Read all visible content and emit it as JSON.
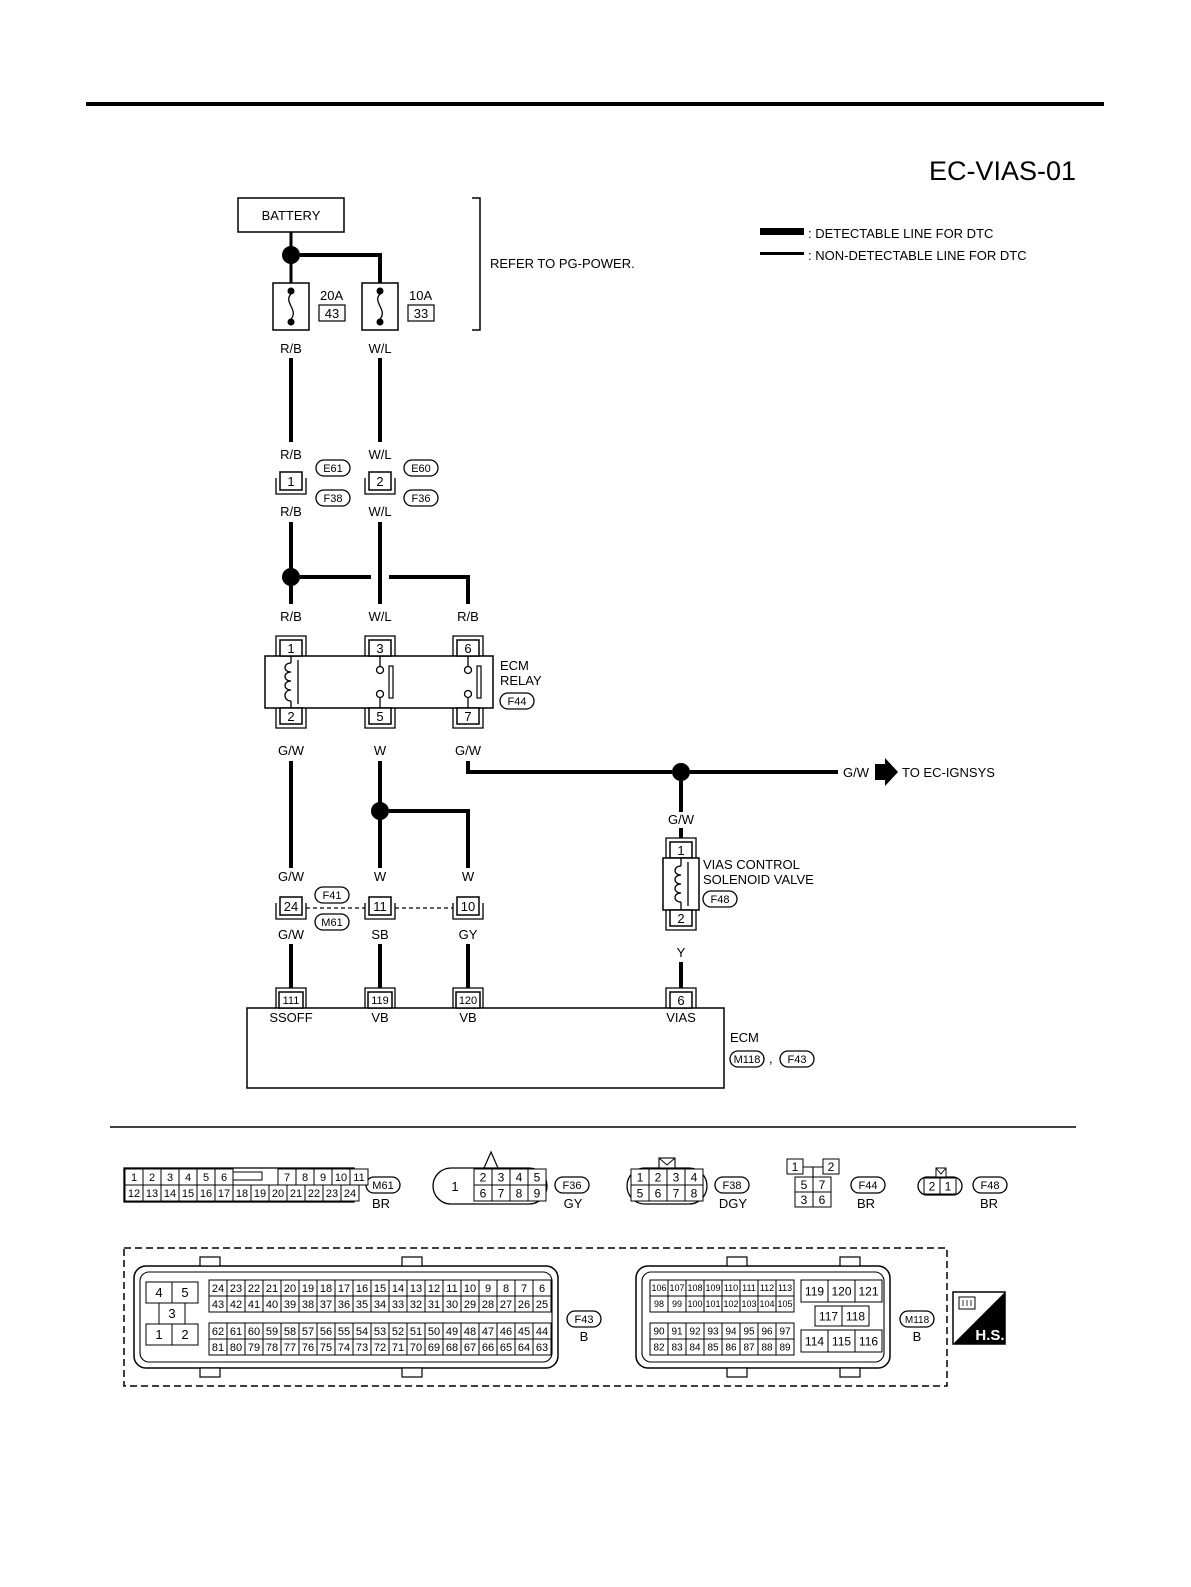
{
  "diagram_id": "EC-VIAS-01",
  "legend": {
    "detectable": ": DETECTABLE LINE FOR DTC",
    "non_detectable": ": NON-DETECTABLE LINE FOR DTC"
  },
  "battery": "BATTERY",
  "refer": "REFER TO PG-POWER.",
  "fuses": {
    "f1": {
      "rating": "20A",
      "num": "43"
    },
    "f2": {
      "rating": "10A",
      "num": "33"
    }
  },
  "wires": {
    "rb": "R/B",
    "wl": "W/L",
    "gw": "G/W",
    "w": "W",
    "sb": "SB",
    "gy": "GY",
    "y": "Y"
  },
  "connectors": {
    "e61": "E61",
    "e60": "E60",
    "f38": "F38",
    "f36": "F36",
    "f44": "F44",
    "f41": "F41",
    "m61": "M61",
    "f48": "F48",
    "m118": "M118",
    "f43": "F43"
  },
  "pins": {
    "p1": "1",
    "p2": "2",
    "p3": "3",
    "p5": "5",
    "p6": "6",
    "p7": "7",
    "p24": "24",
    "p11": "11",
    "p10": "10",
    "p111": "111",
    "p119": "119",
    "p120": "120"
  },
  "relay": {
    "l1": "ECM",
    "l2": "RELAY"
  },
  "to_ignsys": "TO EC-IGNSYS",
  "vias": {
    "l1": "VIAS CONTROL",
    "l2": "SOLENOID VALVE"
  },
  "ecm": {
    "label": "ECM",
    "comma": ",",
    "t_ssoff": "SSOFF",
    "t_vb1": "VB",
    "t_vb2": "VB",
    "t_vias": "VIAS"
  },
  "colors": {
    "br": "BR",
    "gy": "GY",
    "dgy": "DGY",
    "b": "B"
  },
  "m61_pins": {
    "top": [
      "1",
      "2",
      "3",
      "4",
      "5",
      "6",
      "7",
      "8",
      "9",
      "10",
      "11"
    ],
    "bottom": [
      "12",
      "13",
      "14",
      "15",
      "16",
      "17",
      "18",
      "19",
      "20",
      "21",
      "22",
      "23",
      "24"
    ]
  },
  "f36_pins": {
    "big": "1",
    "top": [
      "2",
      "3",
      "4",
      "5"
    ],
    "bottom": [
      "6",
      "7",
      "8",
      "9"
    ]
  },
  "f38_pins": {
    "top": [
      "1",
      "2",
      "3",
      "4"
    ],
    "bottom": [
      "5",
      "6",
      "7",
      "8"
    ]
  },
  "f44_pins": {
    "top": [
      "1",
      "2"
    ],
    "mid": [
      "5",
      "7"
    ],
    "bottom": [
      "3",
      "6"
    ]
  },
  "f48_pins": [
    "2",
    "1"
  ],
  "f43_pins": {
    "left": [
      "4",
      "5",
      "3",
      "1",
      "2"
    ],
    "r1": [
      "24",
      "23",
      "22",
      "21",
      "20",
      "19",
      "18",
      "17",
      "16",
      "15",
      "14",
      "13",
      "12",
      "11",
      "10",
      "9",
      "8",
      "7",
      "6"
    ],
    "r2": [
      "43",
      "42",
      "41",
      "40",
      "39",
      "38",
      "37",
      "36",
      "35",
      "34",
      "33",
      "32",
      "31",
      "30",
      "29",
      "28",
      "27",
      "26",
      "25"
    ],
    "r3": [
      "62",
      "61",
      "60",
      "59",
      "58",
      "57",
      "56",
      "55",
      "54",
      "53",
      "52",
      "51",
      "50",
      "49",
      "48",
      "47",
      "46",
      "45",
      "44"
    ],
    "r4": [
      "81",
      "80",
      "79",
      "78",
      "77",
      "76",
      "75",
      "74",
      "73",
      "72",
      "71",
      "70",
      "69",
      "68",
      "67",
      "66",
      "65",
      "64",
      "63"
    ]
  },
  "m118_pins": {
    "r1": [
      "106",
      "107",
      "108",
      "109",
      "110",
      "111",
      "112",
      "113"
    ],
    "r2": [
      "98",
      "99",
      "100",
      "101",
      "102",
      "103",
      "104",
      "105"
    ],
    "r3": [
      "90",
      "91",
      "92",
      "93",
      "94",
      "95",
      "96",
      "97"
    ],
    "r4": [
      "82",
      "83",
      "84",
      "85",
      "86",
      "87",
      "88",
      "89"
    ],
    "right_top": [
      "119",
      "120",
      "121"
    ],
    "right_mid": [
      "117",
      "118"
    ],
    "right_bot": [
      "114",
      "115",
      "116"
    ]
  },
  "hs": "H.S."
}
